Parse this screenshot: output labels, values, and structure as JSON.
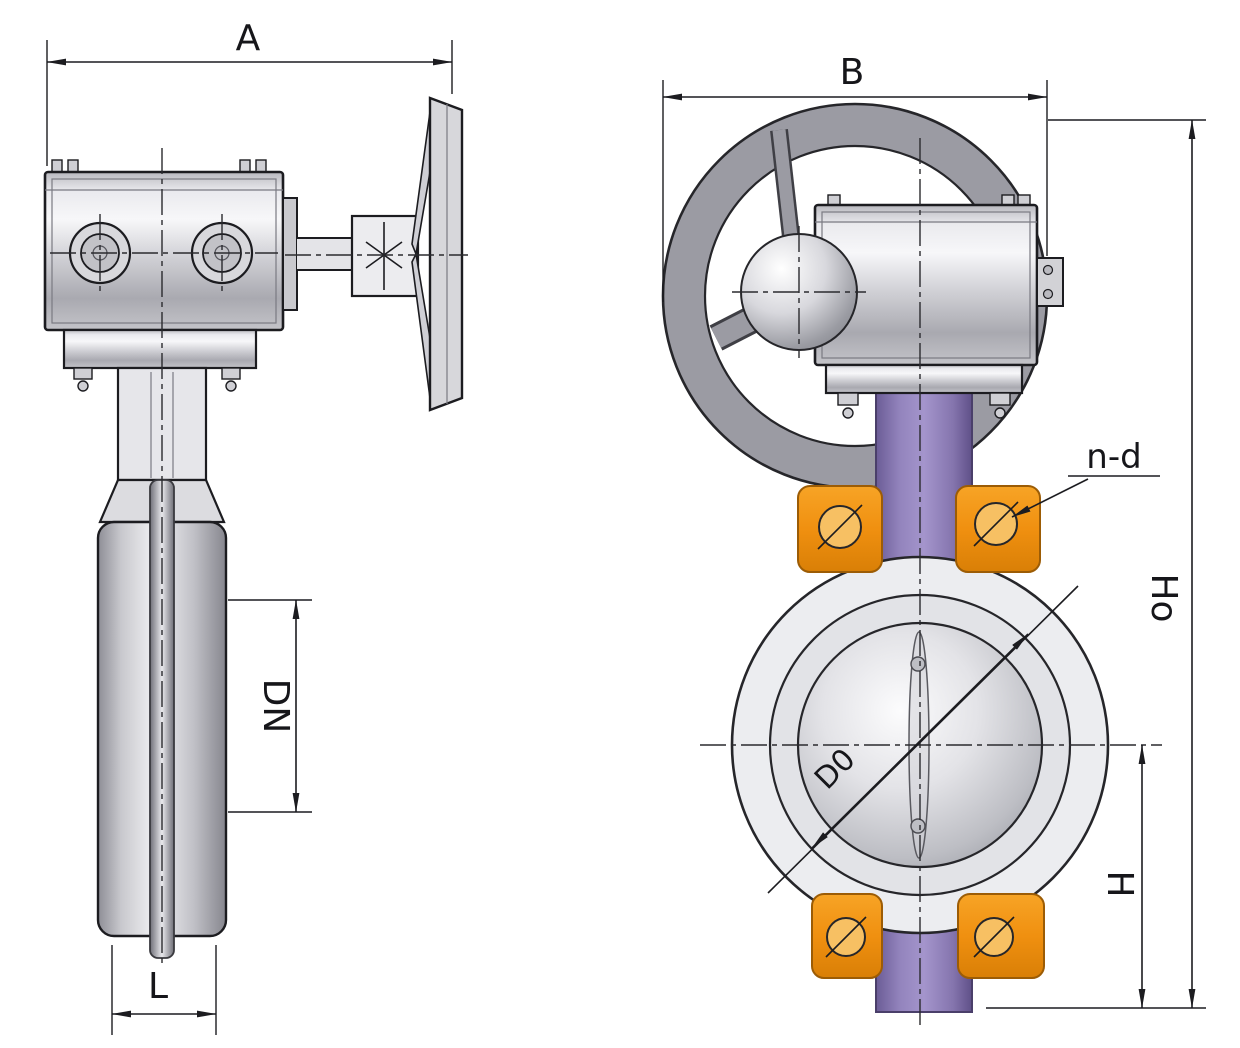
{
  "drawing": {
    "dimensions": {
      "a": "A",
      "b": "B",
      "dn": "DN",
      "l": "L",
      "n_d": "n-d",
      "ho": "Ho",
      "h": "H",
      "d0": "D0"
    },
    "colors": {
      "line": "#1c1c20",
      "lug_orange": "#f0930f",
      "neck_purple": "#8d7cb8",
      "wheel_gray": "#9b9ba3",
      "body_gray": "#ecedf0",
      "metal_silver": "#d7d7db"
    }
  }
}
